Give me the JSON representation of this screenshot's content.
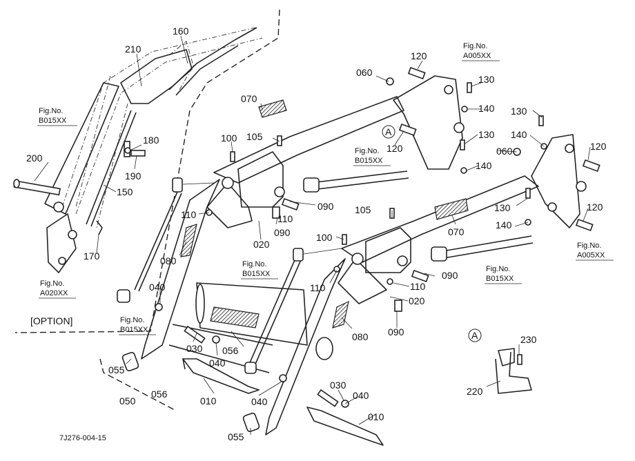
{
  "diagram_code": "7J276-004-15",
  "option_label": "[OPTION]",
  "callout_letter": "A",
  "part_labels": [
    {
      "id": "160"
    },
    {
      "id": "210"
    },
    {
      "id": "180"
    },
    {
      "id": "190"
    },
    {
      "id": "200"
    },
    {
      "id": "150"
    },
    {
      "id": "170"
    },
    {
      "id": "060"
    },
    {
      "id": "120"
    },
    {
      "id": "130"
    },
    {
      "id": "140"
    },
    {
      "id": "070"
    },
    {
      "id": "105"
    },
    {
      "id": "100"
    },
    {
      "id": "090"
    },
    {
      "id": "110"
    },
    {
      "id": "020"
    },
    {
      "id": "080"
    },
    {
      "id": "040"
    },
    {
      "id": "030"
    },
    {
      "id": "056"
    },
    {
      "id": "055"
    },
    {
      "id": "050"
    },
    {
      "id": "010"
    },
    {
      "id": "230"
    },
    {
      "id": "220"
    }
  ],
  "figure_refs": [
    {
      "text": "Fig.No.\nB015XX"
    },
    {
      "text": "Fig.No.\nA020XX"
    },
    {
      "text": "Fig.No.\nA005XX"
    },
    {
      "text": "Fig.No.\nB015XX"
    },
    {
      "text": "Fig.No.\nB015XX"
    },
    {
      "text": "Fig.No.\nB015XX"
    },
    {
      "text": "Fig.No.\nB015XX"
    },
    {
      "text": "Fig.No.\nA005XX"
    }
  ],
  "fig_ref_lines": {
    "fig_no": "Fig.No.",
    "b015": "B015XX",
    "a020": "A020XX",
    "a005": "A005XX"
  }
}
